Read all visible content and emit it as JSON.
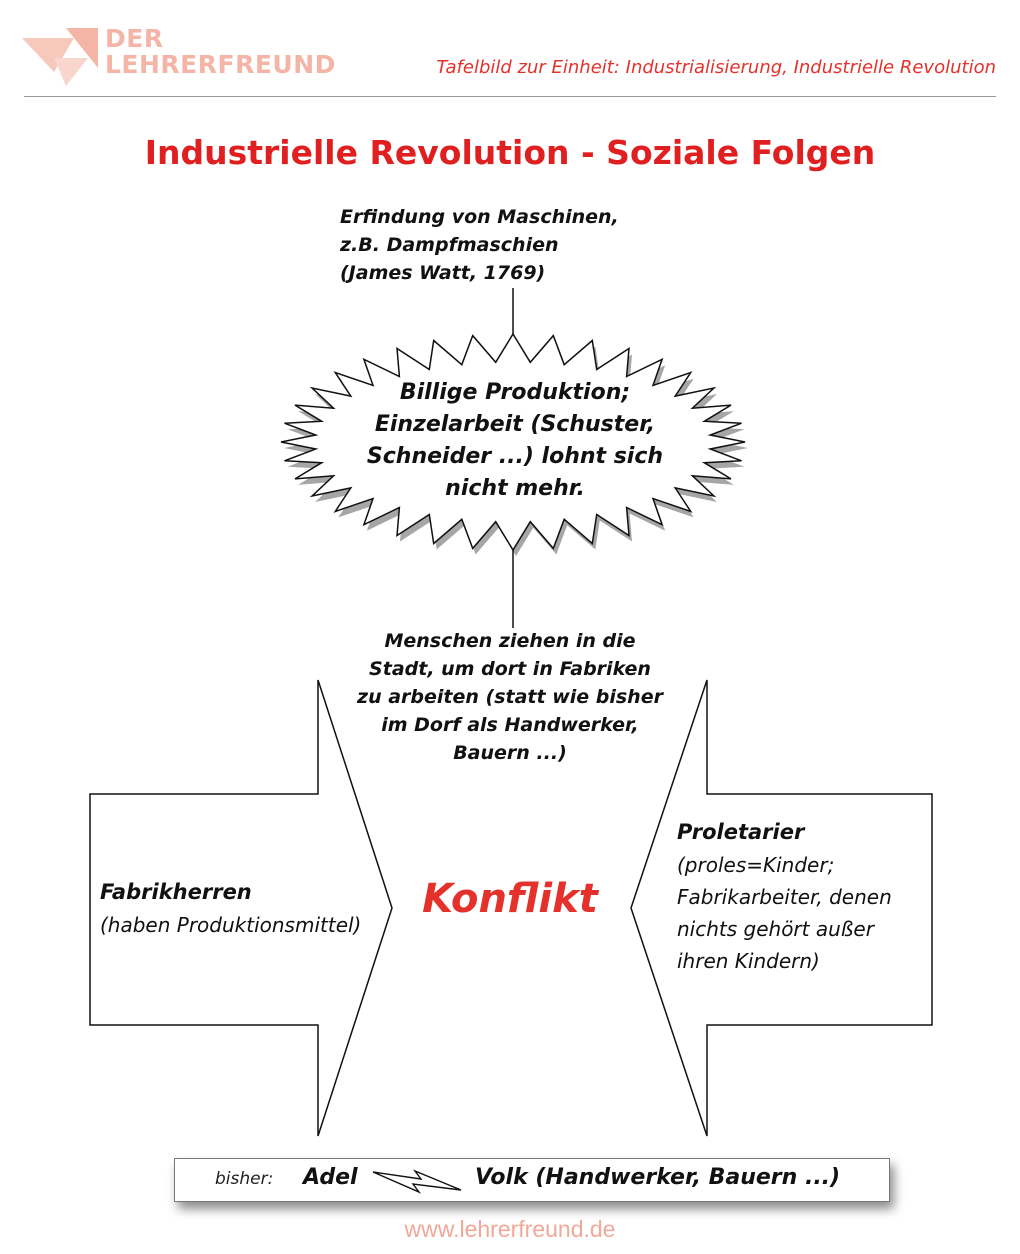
{
  "header": {
    "logo_line1": "DER",
    "logo_line2": "LEHRERFREUND",
    "subtitle": "Tafelbild zur Einheit: Industrialisierung, Industrielle Revolution"
  },
  "title": "Industrielle Revolution - Soziale Folgen",
  "cause": {
    "line1": "Erfindung von Maschinen,",
    "line2": "z.B. Dampfmaschien",
    "line3": "(James Watt, 1769)"
  },
  "burst": {
    "line1": "Billige Produktion;",
    "line2": "Einzelarbeit (Schuster,",
    "line3": "Schneider ...) lohnt sich",
    "line4": "nicht mehr."
  },
  "migration": {
    "line1": "Menschen ziehen in die",
    "line2": "Stadt, um dort in Fabriken",
    "line3": "zu arbeiten (statt wie bisher",
    "line4": "im Dorf als Handwerker,",
    "line5": "Bauern ...)"
  },
  "left": {
    "title": "Fabrikherren",
    "sub": "(haben Produktionsmittel)"
  },
  "center": "Konflikt",
  "right": {
    "title": "Proletarier",
    "line1": "(proles=Kinder;",
    "line2": "Fabrikarbeiter, denen",
    "line3": "nichts gehört außer",
    "line4": "ihren Kindern)"
  },
  "footer": {
    "bisher": "bisher:",
    "adel": "Adel",
    "volk": "Volk (Handwerker, Bauern ...)"
  },
  "url": "www.lehrerfreund.de",
  "colors": {
    "accent_red": "#e02020",
    "logo_pink": "#f4b5a7",
    "url_pink": "#f2a898"
  }
}
